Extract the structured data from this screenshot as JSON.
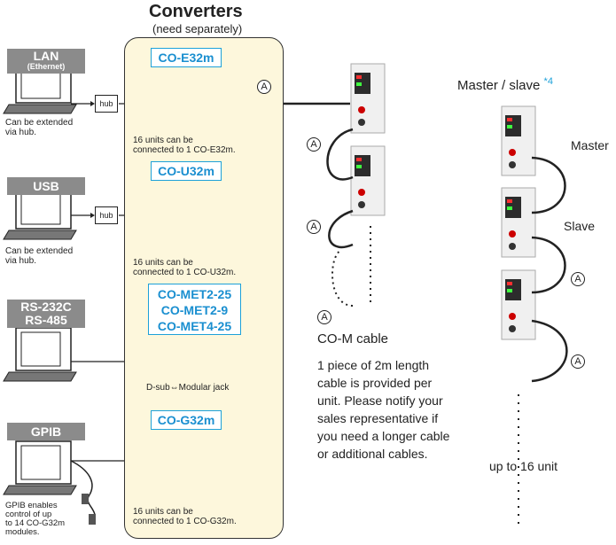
{
  "header": {
    "title": "Converters",
    "subtitle": "(need separately)"
  },
  "interfaces": {
    "lan": {
      "label": "LAN",
      "sublabel": "(Ethernet)",
      "hub": "hub",
      "note_line1": "Can be extended",
      "note_line2": "via hub."
    },
    "usb": {
      "label": "USB",
      "hub": "hub",
      "note_line1": "Can be extended",
      "note_line2": "via hub."
    },
    "serial": {
      "label_line1": "RS-232C",
      "label_line2": "RS-485"
    },
    "gpib": {
      "label": "GPIB",
      "note_line1": "GPIB enables",
      "note_line2": "control of up",
      "note_line3": "to 14 CO-G32m",
      "note_line4": "modules."
    }
  },
  "converters": {
    "e32m": {
      "label": "CO-E32m",
      "desc_line1": "16 units can be",
      "desc_line2": "connected to 1 CO-E32m."
    },
    "u32m": {
      "label": "CO-U32m",
      "desc_line1": "16 units can be",
      "desc_line2": "connected to 1 CO-U32m."
    },
    "met": {
      "label_line1": "CO-MET2-25",
      "label_line2": "CO-MET2-9",
      "label_line3": "CO-MET4-25",
      "desc": "D-sub⇔Modular jack"
    },
    "g32m": {
      "label": "CO-G32m",
      "desc_line1": "16 units can be",
      "desc_line2": "connected to 1 CO-G32m."
    }
  },
  "cable": {
    "symbol": "A",
    "title": "CO-M cable",
    "desc_lines": [
      "1 piece of 2m length",
      "cable is provided per",
      "unit. Please notify your",
      "sales representative if",
      "you need a longer cable",
      "or additional cables."
    ]
  },
  "master_slave": {
    "title": "Master / slave",
    "footnote": "*4",
    "master": "Master",
    "slave": "Slave",
    "up_to": "up to 16 unit"
  },
  "colors": {
    "accent": "#1da1d9",
    "header_gray": "#8b8b8b",
    "panel_bg": "#fdf7dc"
  }
}
